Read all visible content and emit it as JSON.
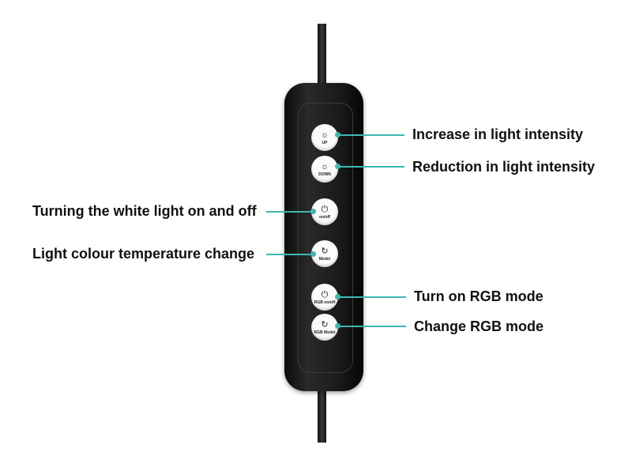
{
  "buttons": [
    {
      "label": "UP",
      "icon": "sun-icon",
      "desc": "Increase in light intensity"
    },
    {
      "label": "DOWN",
      "icon": "sun-icon",
      "desc": "Reduction in light intensity"
    },
    {
      "label": "on/off",
      "icon": "power-icon",
      "desc": "Turning the white light on and off"
    },
    {
      "label": "Model",
      "icon": "cycle-icon",
      "desc": "Light colour temperature change"
    },
    {
      "label": "RGB on/off",
      "icon": "power-icon",
      "desc": "Turn on RGB mode"
    },
    {
      "label": "RGB Model",
      "icon": "cycle-icon",
      "desc": "Change RGB mode"
    }
  ],
  "accent": "#3fb7b0"
}
